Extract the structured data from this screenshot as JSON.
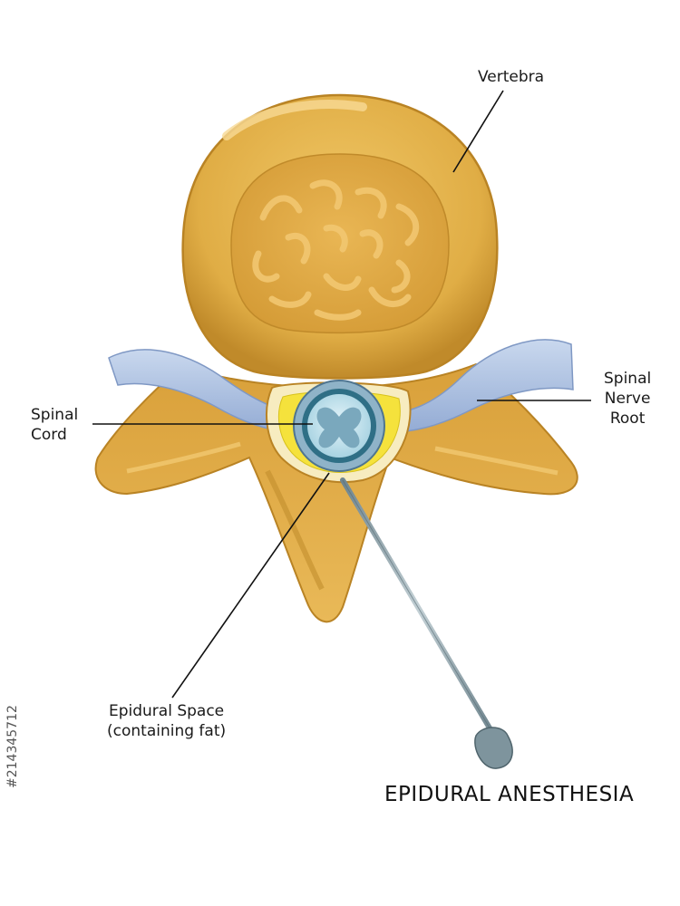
{
  "labels": {
    "vertebra": "Vertebra",
    "spinal_cord_line1": "Spinal",
    "spinal_cord_line2": "Cord",
    "nerve_root_line1": "Spinal",
    "nerve_root_line2": "Nerve",
    "nerve_root_line3": "Root",
    "epidural_line1": "Epidural Space",
    "epidural_line2": "(containing fat)"
  },
  "title": "EPIDURAL ANESTHESIA",
  "stock_id": "#214345712",
  "colors": {
    "bone": "#d9a43c",
    "bone_light": "#f0c766",
    "bone_dark": "#b98324",
    "nerve": "#a9bfe0",
    "cord": "#c6e4ee",
    "fat": "#f5e23c",
    "needle": "#8a9ea6",
    "text": "#1a1a1a"
  }
}
